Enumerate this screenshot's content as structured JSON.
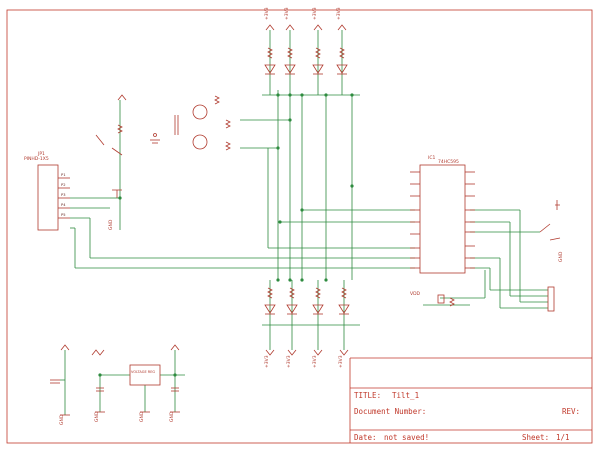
{
  "frame": {
    "border_color": "#c0392b"
  },
  "colors": {
    "wire": "#2e8b3f",
    "symbol": "#b03a2e",
    "junction": "#2e8b3f"
  },
  "title_block": {
    "title_label": "TITLE:",
    "title_value": "Tilt_1",
    "docnum_label": "Document Number:",
    "rev_label": "REV:",
    "date_label": "Date:",
    "date_value": "not saved!",
    "sheet_label": "Sheet:",
    "sheet_value": "1/1"
  },
  "labels": {
    "vcc_top": [
      "+3V3",
      "+3V3",
      "+3V3",
      "+3V3"
    ],
    "vcc_bottom": [
      "+3V3",
      "+3V3",
      "+3V3",
      "+3V3"
    ],
    "ic_name": "IC1",
    "ic_value": "74HC595",
    "conn_name": "JP1",
    "conn_value": "PINHD-1X5",
    "regulator": "VOLTAGE REG",
    "gnd": [
      "GND",
      "GND",
      "GND",
      "GND",
      "GND",
      "GND"
    ],
    "vdd": "VDD",
    "left_pins": [
      "P1",
      "P2",
      "P3",
      "P4",
      "P5"
    ]
  }
}
